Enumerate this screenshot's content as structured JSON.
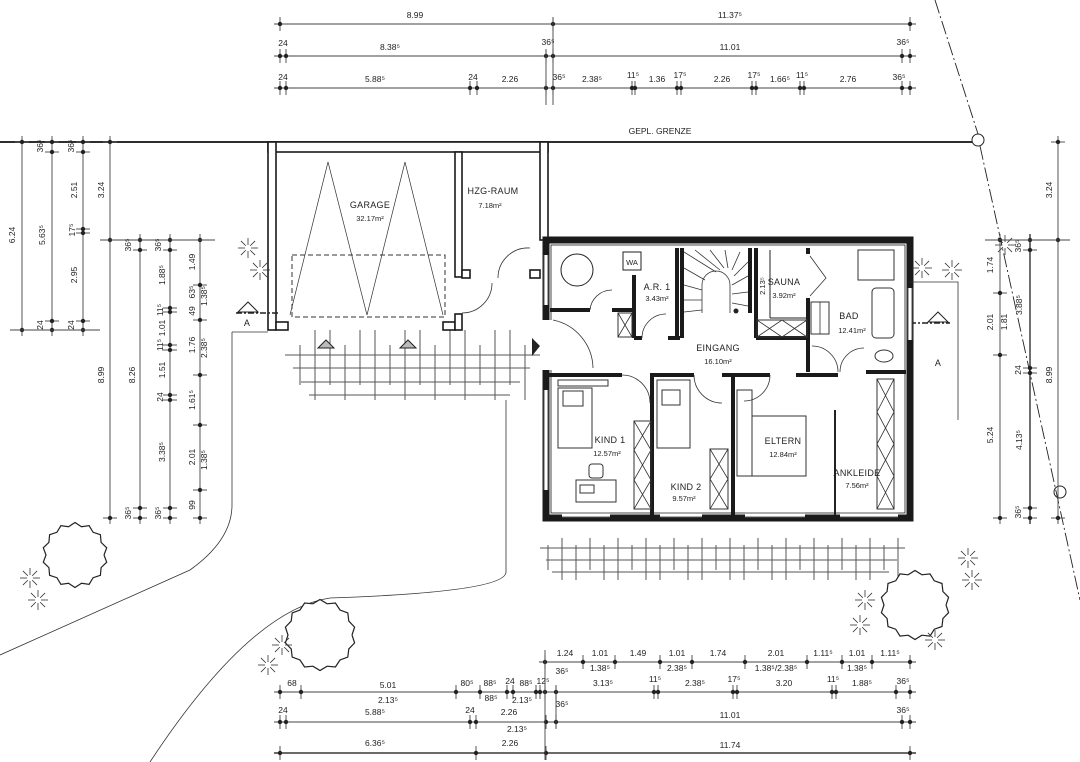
{
  "labels": {
    "property_line": "GEPL. GRENZE",
    "section_mark_left": "A",
    "section_mark_right": "A",
    "washer": "WA",
    "sauna_height": "2.13⁵"
  },
  "rooms": {
    "garage": {
      "name": "GARAGE",
      "area": "32.17m²"
    },
    "heating": {
      "name": "HZG-RAUM",
      "area": "7.18m²"
    },
    "storage": {
      "name": "A.R. 1",
      "area": "3.43m²"
    },
    "sauna": {
      "name": "SAUNA",
      "area": "3.92m²"
    },
    "bath": {
      "name": "BAD",
      "area": "12.41m²"
    },
    "entrance": {
      "name": "EINGANG",
      "area": "16.10m²"
    },
    "child1": {
      "name": "KIND 1",
      "area": "12.57m²"
    },
    "child2": {
      "name": "KIND 2",
      "area": "9.57m²"
    },
    "parents": {
      "name": "ELTERN",
      "area": "12.84m²"
    },
    "dressing": {
      "name": "ANKLEIDE",
      "area": "7.56m²"
    }
  },
  "dimensions": {
    "top": [
      [
        "8.99",
        "11.37⁵"
      ],
      [
        "24",
        "8.38⁵",
        "36⁵",
        "11.01",
        "36⁵"
      ],
      [
        "24",
        "5.88⁵",
        "24",
        "2.26",
        "36⁵",
        "2.38⁵",
        "11⁵",
        "1.36",
        "17⁵",
        "2.26",
        "17⁵",
        "1.66⁵",
        "11⁵",
        "2.76",
        "36⁵"
      ]
    ],
    "bottom": [
      [
        "1.24",
        "1.01",
        "1.49",
        "1.01",
        "1.74",
        "2.01",
        "1.11⁵",
        "1.01",
        "1.11⁵",
        "1.38⁵",
        "2.38⁵",
        "1.38⁵/2.38⁵",
        "1.38⁵"
      ],
      [
        "68",
        "5.01",
        "2.13⁵",
        "80⁵",
        "88⁵",
        "88⁵",
        "24",
        "88⁵",
        "2.13⁵",
        "12⁵",
        "36⁵",
        "3.13⁵",
        "11⁵",
        "2.38⁵",
        "17⁵",
        "3.20",
        "11⁵",
        "1.88⁵",
        "36⁵"
      ],
      [
        "24",
        "5.88⁵",
        "24",
        "2.26",
        "2.13⁵",
        "36⁵",
        "11.01",
        "36⁵"
      ],
      [
        "6.36⁵",
        "2.26",
        "11.74"
      ]
    ],
    "left": [
      [
        "6.24"
      ],
      [
        "36⁵",
        "5.63⁵",
        "24"
      ],
      [
        "36⁵",
        "2.51",
        "17⁵",
        "2.95",
        "24"
      ],
      [
        "3.24",
        "8.99"
      ],
      [
        "36⁵",
        "8.26",
        "36⁵"
      ],
      [
        "36⁵",
        "1.88⁵",
        "11⁵",
        "1.01",
        "11⁵",
        "1.51",
        "24",
        "3.38⁵",
        "36⁵"
      ],
      [
        "1.49",
        "63⁵",
        "1.38⁵",
        "49",
        "1.76",
        "2.38⁵",
        "1.61⁵",
        "2.01",
        "1.38⁵",
        "99"
      ]
    ],
    "right": [
      [
        "1.74",
        "2.01",
        "1.81",
        "5.24"
      ],
      [
        "36⁵",
        "3.88⁵",
        "24",
        "4.13⁵",
        "36⁵"
      ],
      [
        "3.24",
        "8.99"
      ]
    ]
  }
}
